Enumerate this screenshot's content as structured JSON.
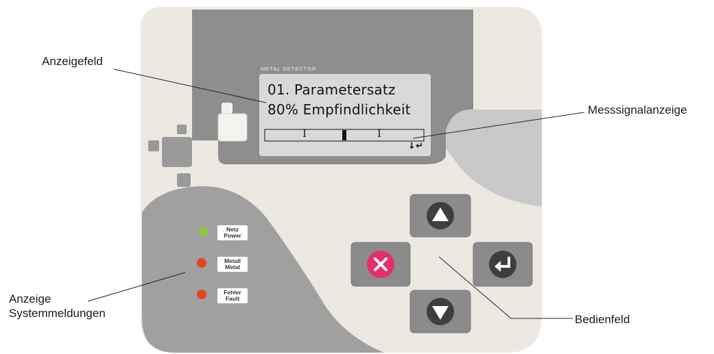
{
  "callouts": {
    "display_field": "Anzeigefeld",
    "signal_indicator": "Messsignalanzeige",
    "system_messages_line1": "Anzeige",
    "system_messages_line2": "Systemmeldungen",
    "control_panel": "Bedienfeld"
  },
  "device": {
    "brand": "METAL DETECTOR",
    "lcd": {
      "line1": "01.  Parametersatz",
      "line2": "80% Empfindlichkeit",
      "signal_bar": {
        "left_tick": "I",
        "right_tick": "I",
        "level": 0.5
      },
      "enter_hint": "↓↵"
    },
    "status_leds": [
      {
        "label_top": "Netz",
        "label_bottom": "Power",
        "color": "#8fc641"
      },
      {
        "label_top": "Metall",
        "label_bottom": "Metal",
        "color": "#e8411f"
      },
      {
        "label_top": "Fehler",
        "label_bottom": "Fault",
        "color": "#e8411f"
      }
    ],
    "keys": {
      "up_icon": "up-arrow-icon",
      "down_icon": "down-arrow-icon",
      "cancel_icon": "close-icon",
      "enter_icon": "enter-icon"
    },
    "colors": {
      "panel_bg": "#ede9e2",
      "upper_dark": "#8e8e8e",
      "lower_panel": "#a0a0a0",
      "right_curve": "#c9c9c9",
      "lcd_bg": "#d8d9d8",
      "key_bg": "#8b8b8b",
      "cancel_red": "#e3306a"
    }
  }
}
